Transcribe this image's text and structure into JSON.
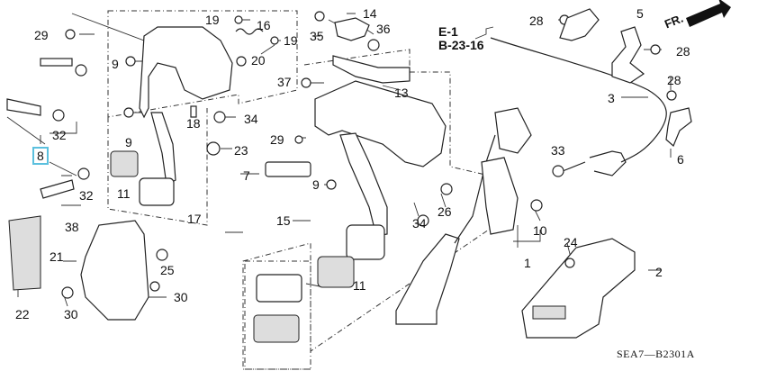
{
  "diagram": {
    "title_code": "SEA7—B2301A",
    "reference": {
      "line1": "E-1",
      "line2": "B-23-16"
    },
    "direction_indicator": "FR.",
    "highlight_color": "#5bc0de",
    "highlighted_part": "8",
    "callouts": [
      {
        "id": "c29a",
        "text": "29"
      },
      {
        "id": "c9a",
        "text": "9"
      },
      {
        "id": "c19a",
        "text": "19"
      },
      {
        "id": "c16",
        "text": "16"
      },
      {
        "id": "c19b",
        "text": "19"
      },
      {
        "id": "c20",
        "text": "20"
      },
      {
        "id": "c14",
        "text": "14"
      },
      {
        "id": "c35",
        "text": "35"
      },
      {
        "id": "c36",
        "text": "36"
      },
      {
        "id": "c28a",
        "text": "28"
      },
      {
        "id": "c5",
        "text": "5"
      },
      {
        "id": "c28b",
        "text": "28"
      },
      {
        "id": "c28c",
        "text": "28"
      },
      {
        "id": "c3",
        "text": "3"
      },
      {
        "id": "c37",
        "text": "37"
      },
      {
        "id": "c13",
        "text": "13"
      },
      {
        "id": "c32a",
        "text": "32"
      },
      {
        "id": "c8",
        "text": "8"
      },
      {
        "id": "c9b",
        "text": "9"
      },
      {
        "id": "c18",
        "text": "18"
      },
      {
        "id": "c34a",
        "text": "34"
      },
      {
        "id": "c23",
        "text": "23"
      },
      {
        "id": "c29b",
        "text": "29"
      },
      {
        "id": "c7",
        "text": "7"
      },
      {
        "id": "c9c",
        "text": "9"
      },
      {
        "id": "c33",
        "text": "33"
      },
      {
        "id": "c6",
        "text": "6"
      },
      {
        "id": "c11a",
        "text": "11"
      },
      {
        "id": "c32b",
        "text": "32"
      },
      {
        "id": "c17",
        "text": "17"
      },
      {
        "id": "c38",
        "text": "38"
      },
      {
        "id": "c15",
        "text": "15"
      },
      {
        "id": "c34b",
        "text": "34"
      },
      {
        "id": "c26",
        "text": "26"
      },
      {
        "id": "c10",
        "text": "10"
      },
      {
        "id": "c1",
        "text": "1"
      },
      {
        "id": "c21",
        "text": "21"
      },
      {
        "id": "c25",
        "text": "25"
      },
      {
        "id": "c24",
        "text": "24"
      },
      {
        "id": "c2",
        "text": "2"
      },
      {
        "id": "c11b",
        "text": "11"
      },
      {
        "id": "c22",
        "text": "22"
      },
      {
        "id": "c30a",
        "text": "30"
      },
      {
        "id": "c30b",
        "text": "30"
      }
    ]
  }
}
